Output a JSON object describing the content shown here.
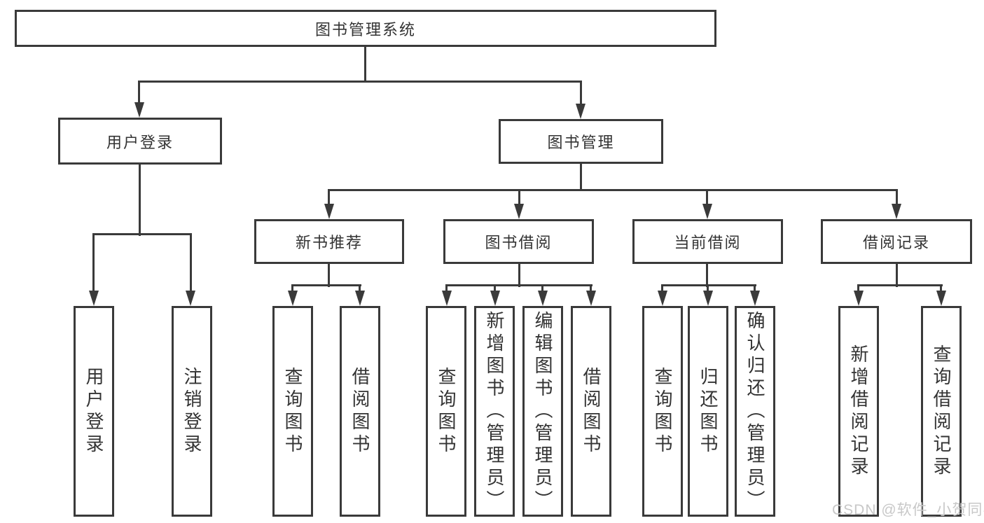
{
  "diagram_title": "图书管理系统",
  "tree": {
    "root": "图书管理系统",
    "level2": [
      {
        "label": "用户登录",
        "children": [
          "用户登录",
          "注销登录"
        ]
      },
      {
        "label": "图书管理"
      }
    ],
    "level3": [
      {
        "label": "新书推荐",
        "children": [
          "查询图书",
          "借阅图书"
        ]
      },
      {
        "label": "图书借阅",
        "children": [
          "查询图书",
          "新增图书（管理员）",
          "编辑图书（管理员）",
          "借阅图书"
        ]
      },
      {
        "label": "当前借阅",
        "children": [
          "查询图书",
          "归还图书",
          "确认归还（管理员）"
        ]
      },
      {
        "label": "借阅记录",
        "children": [
          "新增借阅记录",
          "查询借阅记录"
        ]
      }
    ]
  },
  "watermark": "CSDN @软件_小贺同学",
  "colors": {
    "line": "#3a3a3a",
    "text": "#333333",
    "background": "#ffffff",
    "watermark": "#c8c8c8"
  }
}
